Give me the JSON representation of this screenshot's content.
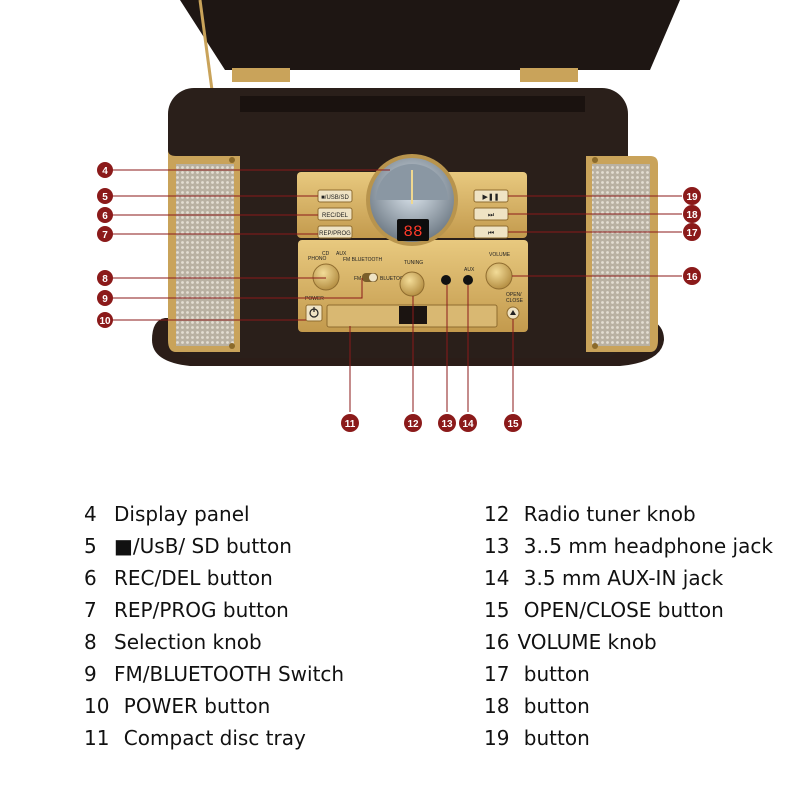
{
  "panel": {
    "btn_usb": "■/USB/SD",
    "btn_rec": "REC/DEL",
    "btn_rep": "REP/PROG",
    "selector_label": "FM BLUETOOTH",
    "phono": "PHONO",
    "cd": "CD",
    "aux": "AUX",
    "fm": "FM",
    "bluetooth": "BLUETOOTH",
    "power": "POWER",
    "tuning": "TUNING",
    "volume": "VOLUME",
    "open_close_line1": "OPEN/",
    "open_close_line2": "CLOSE",
    "aux_jack": "AUX",
    "display_digits": "88",
    "skip_back": "⏮",
    "skip_fwd": "⏭",
    "play_pause": "▶❚❚"
  },
  "callouts": {
    "c4": "4",
    "c5": "5",
    "c6": "6",
    "c7": "7",
    "c8": "8",
    "c9": "9",
    "c10": "10",
    "c11": "11",
    "c12": "12",
    "c13": "13",
    "c14": "14",
    "c15": "15",
    "c16": "16",
    "c17": "17",
    "c18": "18",
    "c19": "19"
  },
  "legend_left": [
    {
      "num": "4",
      "text": "Display panel"
    },
    {
      "num": "5",
      "text": "■/UsB/ SD button"
    },
    {
      "num": "6",
      "text": "REC/DEL button"
    },
    {
      "num": "7",
      "text": "REP/PROG button"
    },
    {
      "num": "8",
      "text": "Selection knob"
    },
    {
      "num": "9",
      "text": "FM/BLUETOOTH Switch"
    },
    {
      "num": "10",
      "text": " POWER button"
    },
    {
      "num": "11",
      "text": " Compact disc tray"
    }
  ],
  "legend_right": [
    {
      "num": "12",
      "text": " Radio tuner knob"
    },
    {
      "num": "13",
      "text": " 3..5 mm headphone jack"
    },
    {
      "num": "14",
      "text": " 3.5 mm AUX-IN jack"
    },
    {
      "num": "15",
      "text": " OPEN/CLOSE button"
    },
    {
      "num": "16",
      "text": "VOLUME knob"
    },
    {
      "num": "17",
      "text": " button"
    },
    {
      "num": "18",
      "text": " button"
    },
    {
      "num": "19",
      "text": " button"
    }
  ],
  "colors": {
    "wood": "#2a1f1a",
    "wood_dark": "#1b1411",
    "gold": "#d8b46a",
    "gold_dark": "#a8843f",
    "callout": "#8b1a1a",
    "line": "#8b1a1a",
    "grille": "#c9c2b3"
  }
}
